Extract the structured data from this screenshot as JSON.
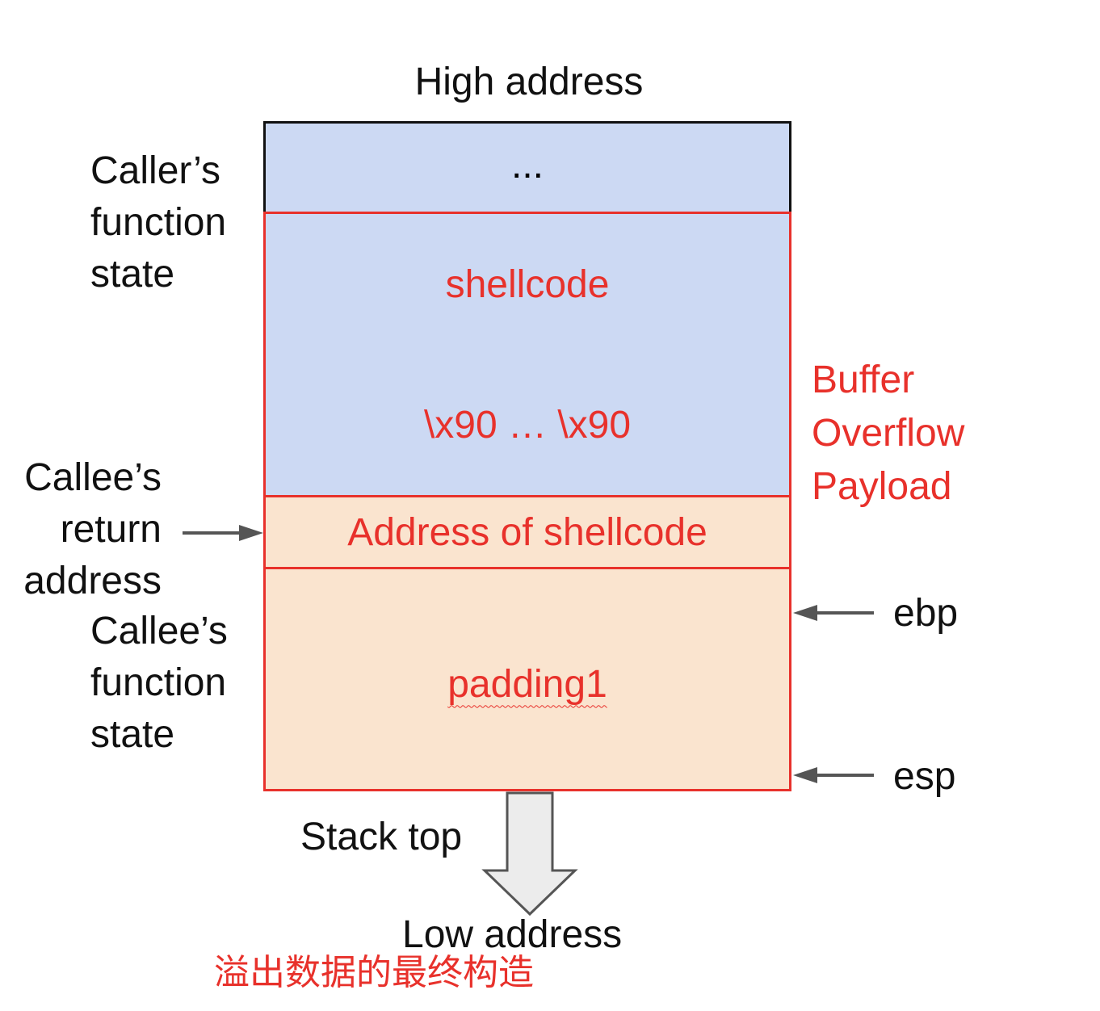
{
  "labels": {
    "high_address": "High address",
    "low_address": "Low address",
    "stack_top": "Stack top",
    "caller_state": [
      "Caller’s",
      "function",
      "state"
    ],
    "callee_return": [
      "Callee’s",
      "return",
      "address"
    ],
    "callee_state": [
      "Callee’s",
      "function",
      "state"
    ],
    "payload": [
      "Buffer",
      "Overflow",
      "Payload"
    ],
    "ebp": "ebp",
    "esp": "esp"
  },
  "stack": {
    "ellipsis": "...",
    "shellcode": "shellcode",
    "nop_sled": "\\x90 … \\x90",
    "return_address": "Address of shellcode",
    "padding": "padding1"
  },
  "caption": "溢出数据的最终构造",
  "colors": {
    "caller_fill": "#ccd9f3",
    "callee_fill": "#fae4cf",
    "payload_red": "#e8312b",
    "arrow_gray": "#555555"
  }
}
